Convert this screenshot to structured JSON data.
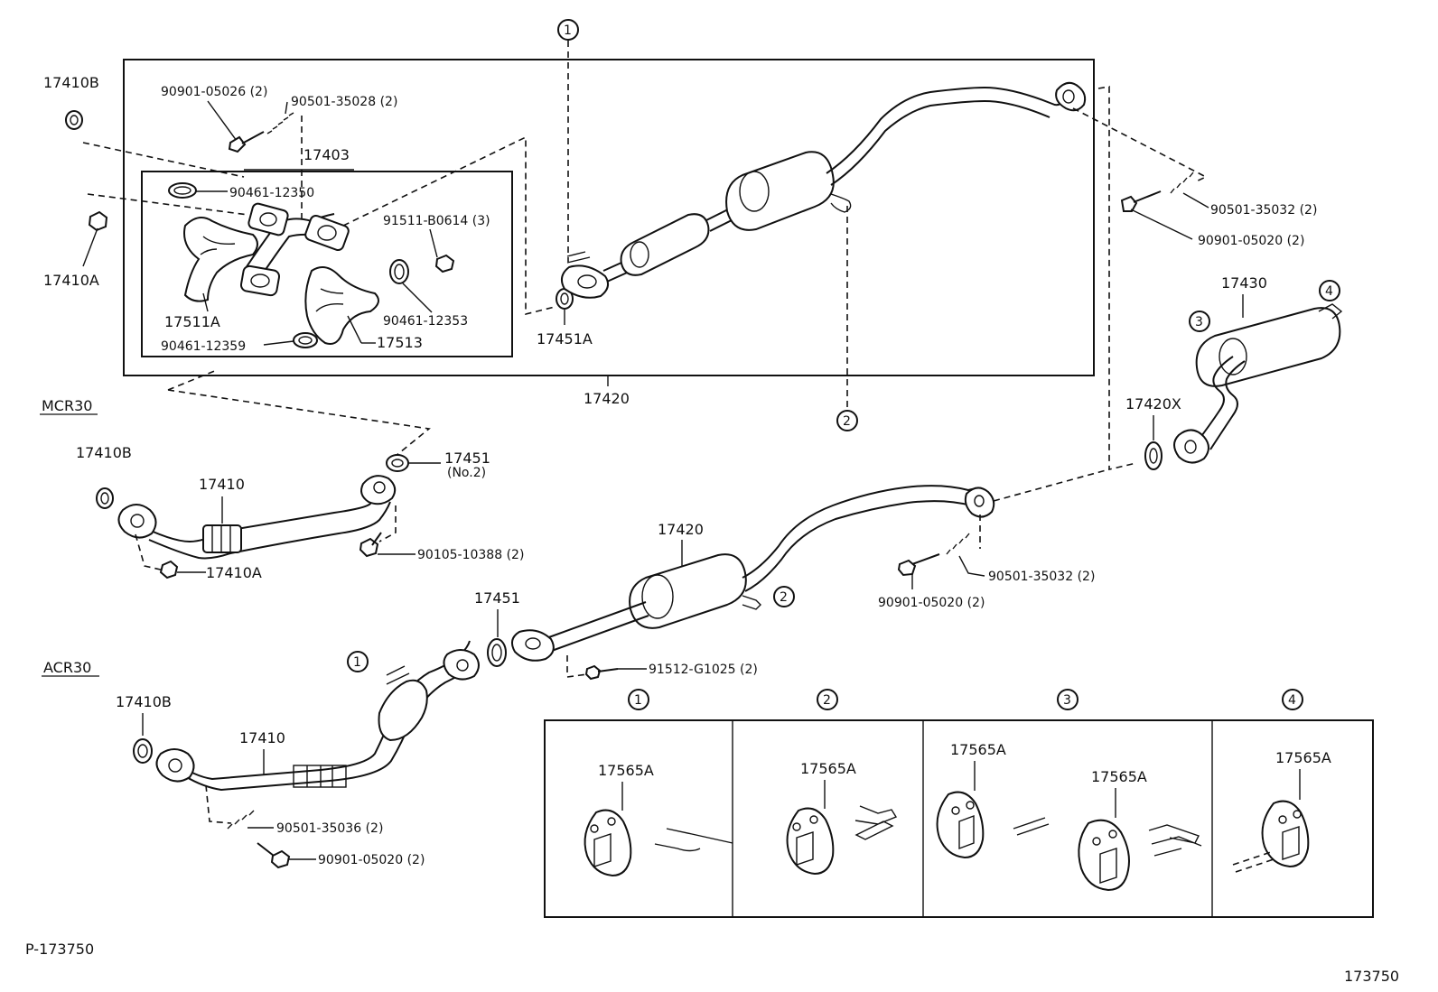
{
  "parts": {
    "p17410B_top": "17410B",
    "p17410A_top": "17410A",
    "p90901_05026": "90901-05026 (2)",
    "p90501_35028": "90501-35028 (2)",
    "p17403": "17403",
    "p90461_12350": "90461-12350",
    "p91511_B0614": "91511-B0614 (3)",
    "p17511A": "17511A",
    "p90461_12353": "90461-12353",
    "p90461_12359": "90461-12359",
    "p17513": "17513",
    "p17451A": "17451A",
    "p17420_top": "17420",
    "p90501_35032_top": "90501-35032 (2)",
    "p90901_05020_top": "90901-05020 (2)",
    "p17430": "17430",
    "p17420X": "17420X",
    "p17410B_mcr": "17410B",
    "p17410_mcr": "17410",
    "p17451_no2": "17451",
    "p17451_no2_sub": "(No.2)",
    "p90105_10388": "90105-10388 (2)",
    "p17410A_mcr": "17410A",
    "p17420_mid": "17420",
    "p90501_35032_mid": "90501-35032 (2)",
    "p90901_05020_mid": "90901-05020 (2)",
    "p17451": "17451",
    "p91512_G1025": "91512-G1025 (2)",
    "p17410B_acr": "17410B",
    "p17410_acr": "17410",
    "p90501_35036": "90501-35036 (2)",
    "p90901_05020_acr": "90901-05020 (2)"
  },
  "models": {
    "mcr30": "MCR30",
    "acr30": "ACR30"
  },
  "refs": {
    "r1": "1",
    "r2": "2",
    "r3": "3",
    "r4": "4"
  },
  "detail_table": {
    "headers": [
      "1",
      "2",
      "3",
      "4"
    ],
    "cells": [
      "17565A",
      "17565A",
      "17565A",
      "17565A",
      "17565A"
    ]
  },
  "footer": {
    "left": "P-173750",
    "right": "173750"
  }
}
